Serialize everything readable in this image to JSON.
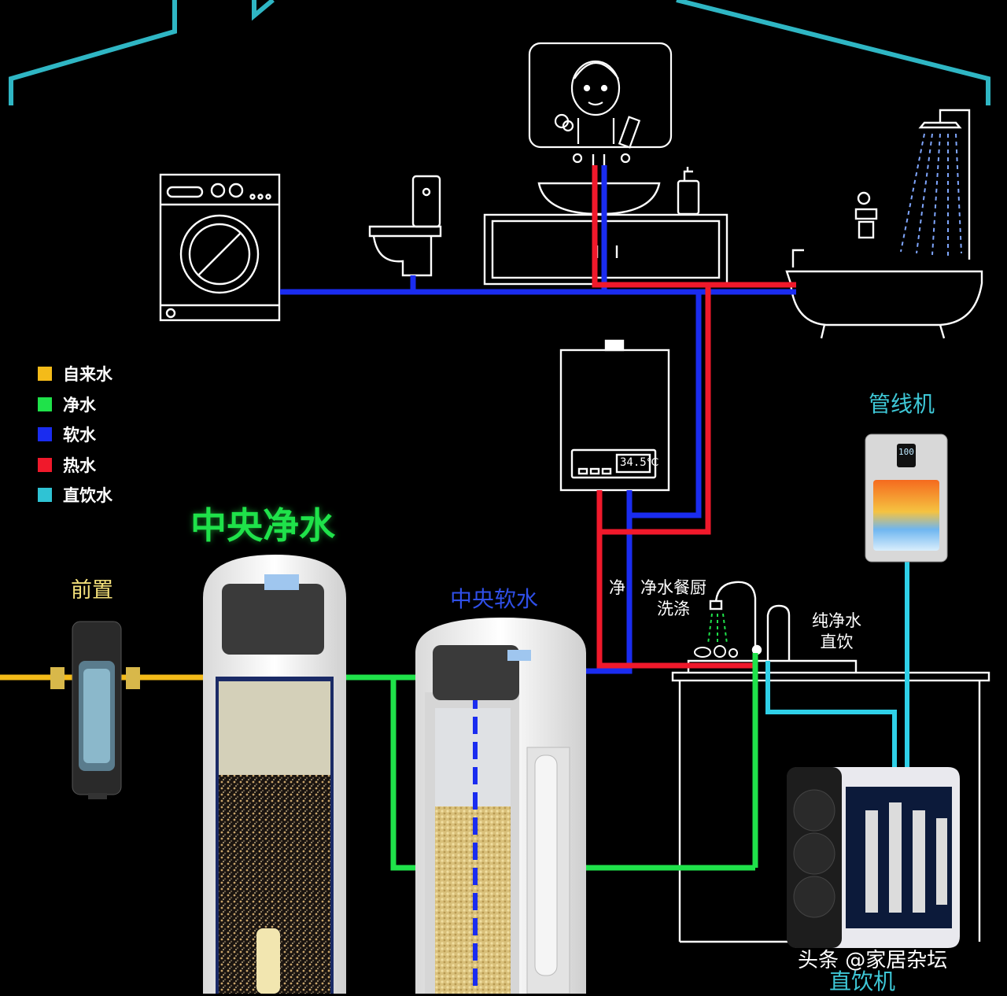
{
  "legend": {
    "items": [
      {
        "label": "自来水",
        "color": "#f4bb19"
      },
      {
        "label": "净水",
        "color": "#1fe24a"
      },
      {
        "label": "软水",
        "color": "#1a2cf0"
      },
      {
        "label": "热水",
        "color": "#f0192b"
      },
      {
        "label": "直饮水",
        "color": "#2fc3d4"
      }
    ]
  },
  "labels": {
    "central_purify": "中央净水",
    "prefilter": "前置",
    "central_soften": "中央软水",
    "pipeline_machine": "管线机",
    "direct_drink_machine": "直饮机",
    "kitchen_wash_prefix": "净",
    "kitchen_wash_1": "净水餐厨",
    "kitchen_wash_2": "洗涤",
    "pure_drink_1": "纯净水",
    "pure_drink_2": "直饮"
  },
  "heater": {
    "display": "34.5℃"
  },
  "pipeline_display": {
    "value": "100"
  },
  "watermark": "头条 @家居杂坛",
  "colors": {
    "tap": "#f4bb19",
    "purified": "#1fe24a",
    "soft": "#1a2cf0",
    "hot": "#f0192b",
    "direct": "#2fc3d4",
    "roof": "#2fb6c4"
  }
}
